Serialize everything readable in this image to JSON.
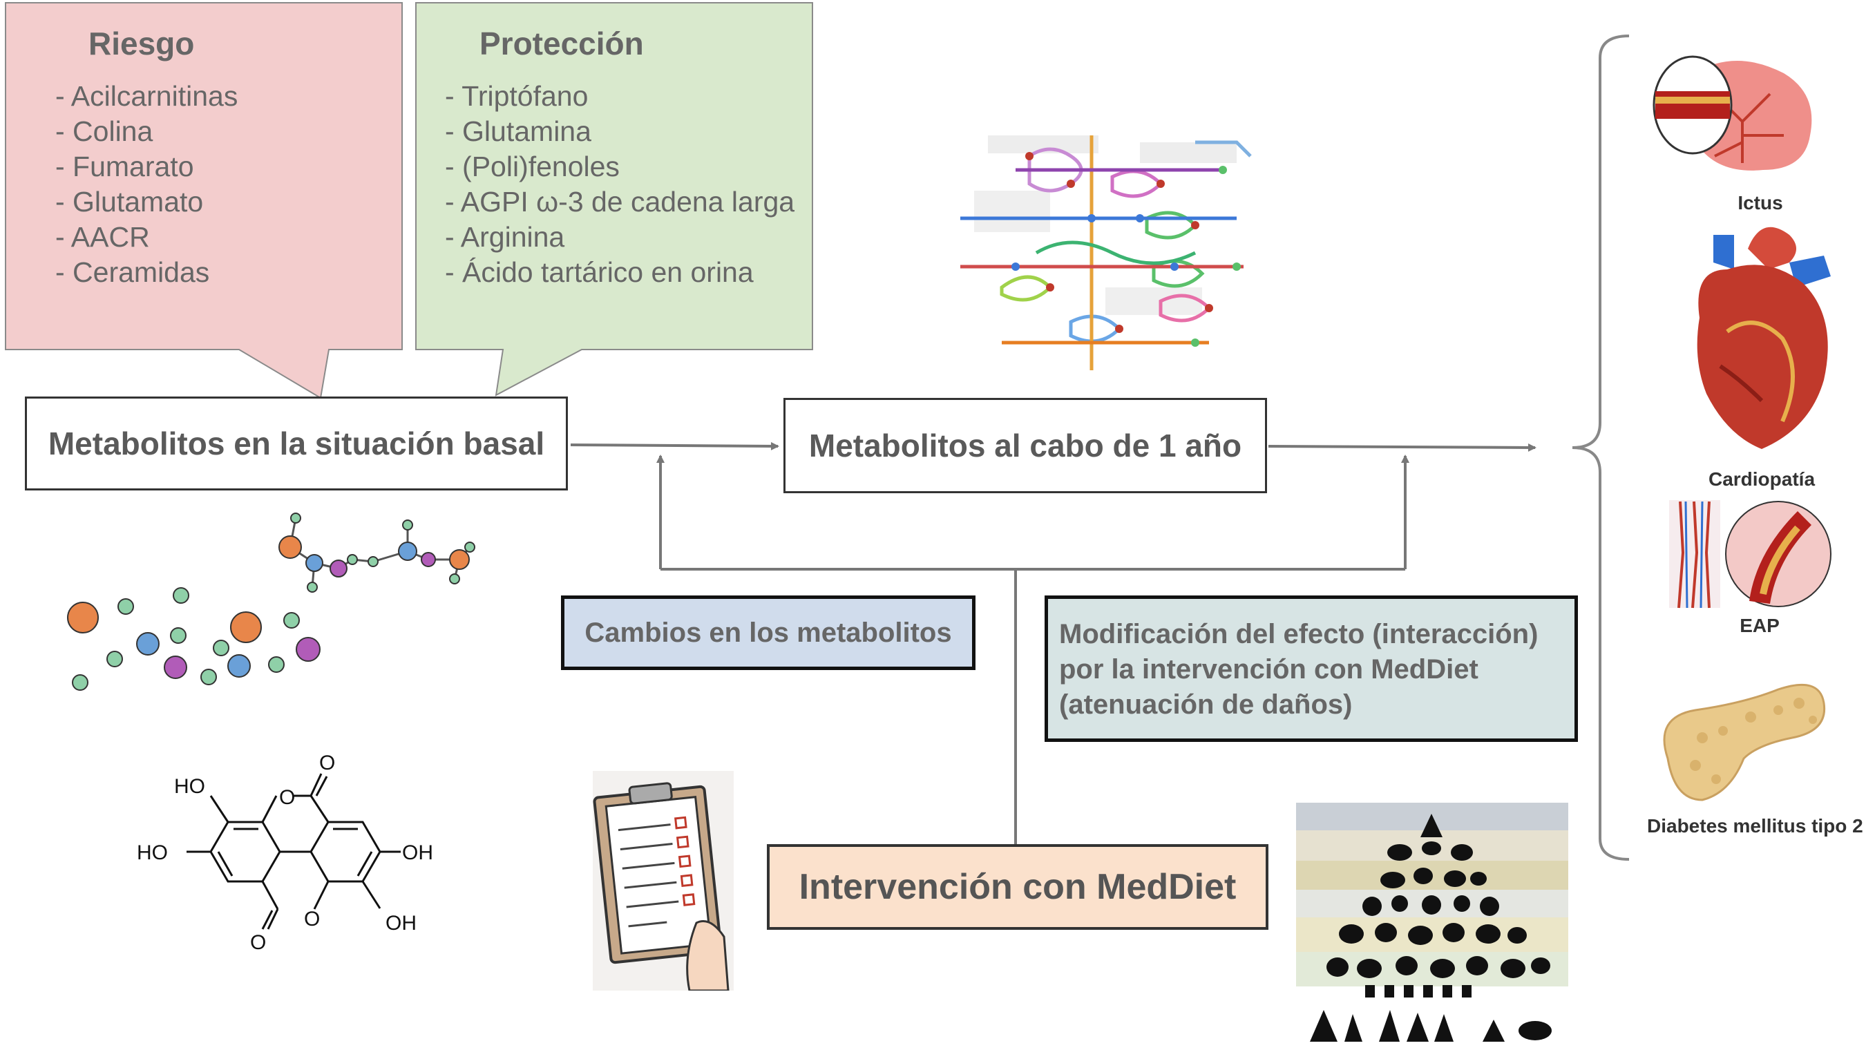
{
  "risk": {
    "title": "Riesgo",
    "items": [
      "- Acilcarnitinas",
      "- Colina",
      "- Fumarato",
      "- Glutamato",
      "- AACR",
      "- Ceramidas"
    ],
    "color": "#f3cdcd"
  },
  "protection": {
    "title": "Protección",
    "items": [
      "- Triptófano",
      "- Glutamina",
      "- (Poli)fenoles",
      "- AGPI ω-3 de cadena larga",
      "- Arginina",
      "- Ácido tartárico en orina"
    ],
    "color": "#d9e9cd"
  },
  "boxes": {
    "baseline": "Metabolitos en la situación basal",
    "one_year": "Metabolitos al cabo de 1 año",
    "changes": "Cambios en los metabolitos",
    "modification_lines": [
      "Modificación del efecto (interacción)",
      "por la intervención con MedDiet",
      "(atenuación de daños)"
    ],
    "intervention": "Intervención con MedDiet"
  },
  "colors": {
    "changes_fill": "#d0dcec",
    "modification_fill": "#d7e4e4",
    "intervention_fill": "#fbe1cc",
    "arrow": "#777777"
  },
  "outcomes": {
    "stroke": "Ictus",
    "heart": "Cardiopatía",
    "pad": "EAP",
    "diabetes": "Diabetes mellitus tipo 2"
  },
  "molecule": {
    "labels": [
      "HO",
      "HO",
      "OH",
      "OH",
      "O",
      "O",
      "O",
      "O"
    ]
  }
}
